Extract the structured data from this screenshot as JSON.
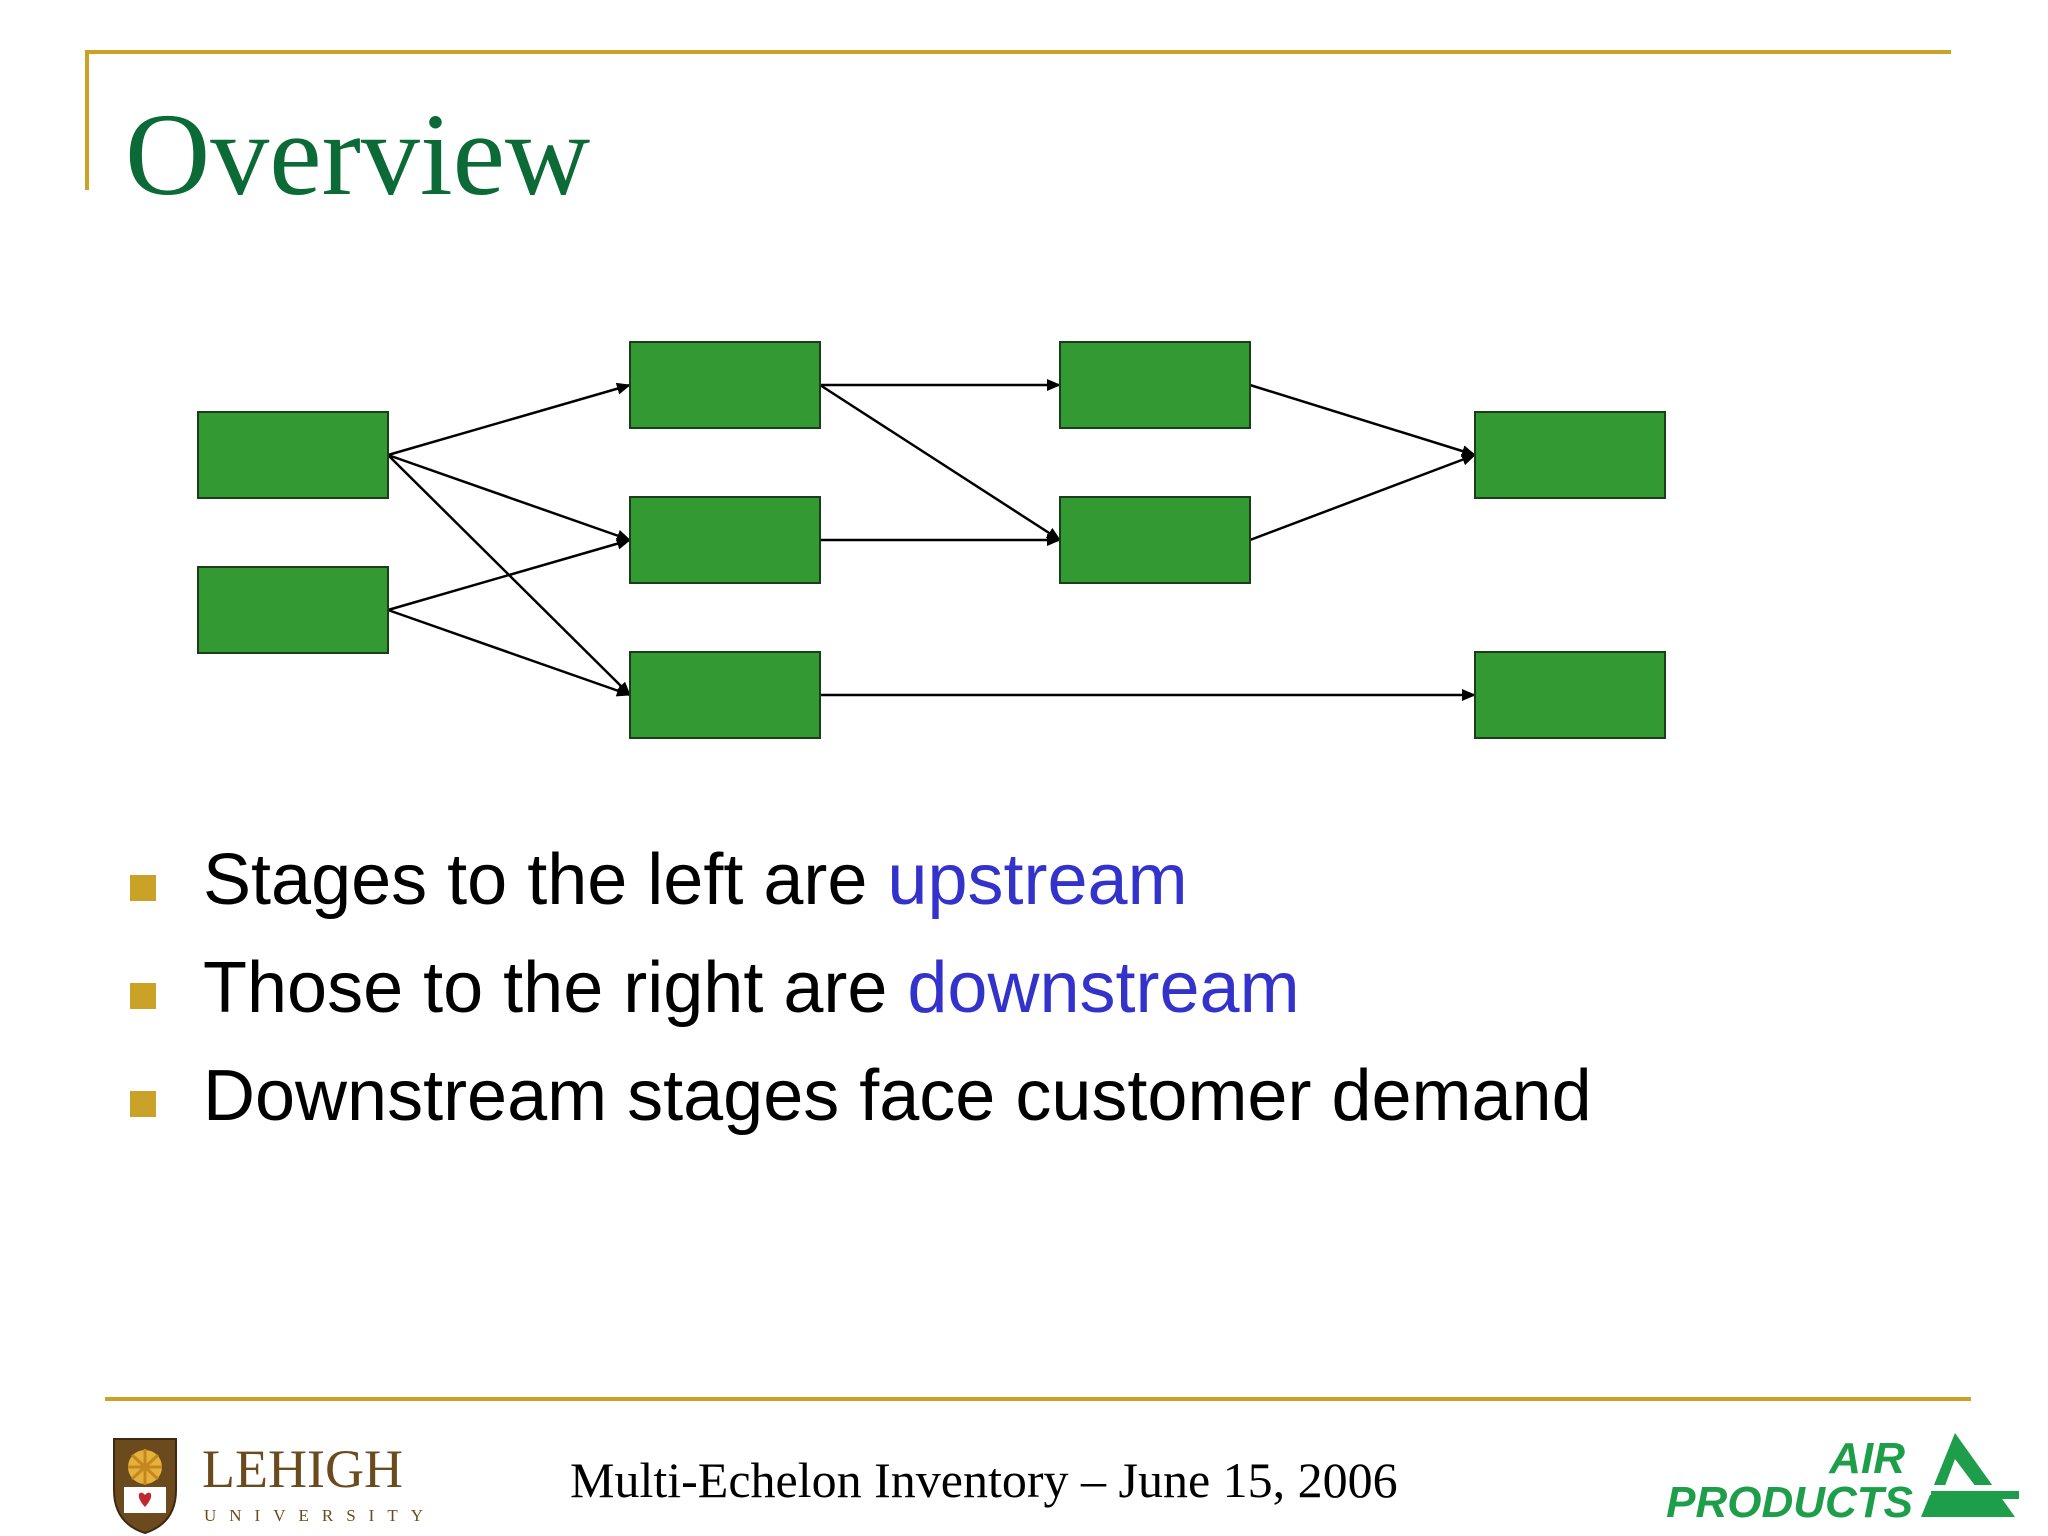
{
  "slide": {
    "title": "Overview",
    "colors": {
      "accent_gold": "#C9A227",
      "title_green": "#0B6A36",
      "node_green": "#339933",
      "highlight_blue": "#3333CC"
    }
  },
  "diagram": {
    "nodes": [
      {
        "id": "L1"
      },
      {
        "id": "L2"
      },
      {
        "id": "M1"
      },
      {
        "id": "M2"
      },
      {
        "id": "M3"
      },
      {
        "id": "R1"
      },
      {
        "id": "R2"
      },
      {
        "id": "F1"
      },
      {
        "id": "F2"
      }
    ],
    "edges": [
      [
        "L1",
        "M1"
      ],
      [
        "L1",
        "M2"
      ],
      [
        "L1",
        "M3"
      ],
      [
        "L2",
        "M2"
      ],
      [
        "L2",
        "M3"
      ],
      [
        "M1",
        "R1"
      ],
      [
        "M1",
        "R2"
      ],
      [
        "M2",
        "R2"
      ],
      [
        "M3",
        "F2"
      ],
      [
        "R1",
        "F1"
      ],
      [
        "R2",
        "F1"
      ]
    ]
  },
  "bullets": [
    {
      "text": "Stages to the left are ",
      "highlight": "upstream"
    },
    {
      "text": "Those to the right are ",
      "highlight": "downstream"
    },
    {
      "text": "Downstream stages face customer demand",
      "highlight": ""
    }
  ],
  "footer": {
    "text": "Multi-Echelon Inventory – June 15, 2006",
    "lehigh_logo": {
      "name": "LEHIGH",
      "sub": "UNIVERSITY",
      "icon": "lehigh-shield-icon"
    },
    "air_products_logo": {
      "line1": "AIR",
      "line2": "PRODUCTS",
      "icon": "air-products-triangle-icon"
    }
  }
}
